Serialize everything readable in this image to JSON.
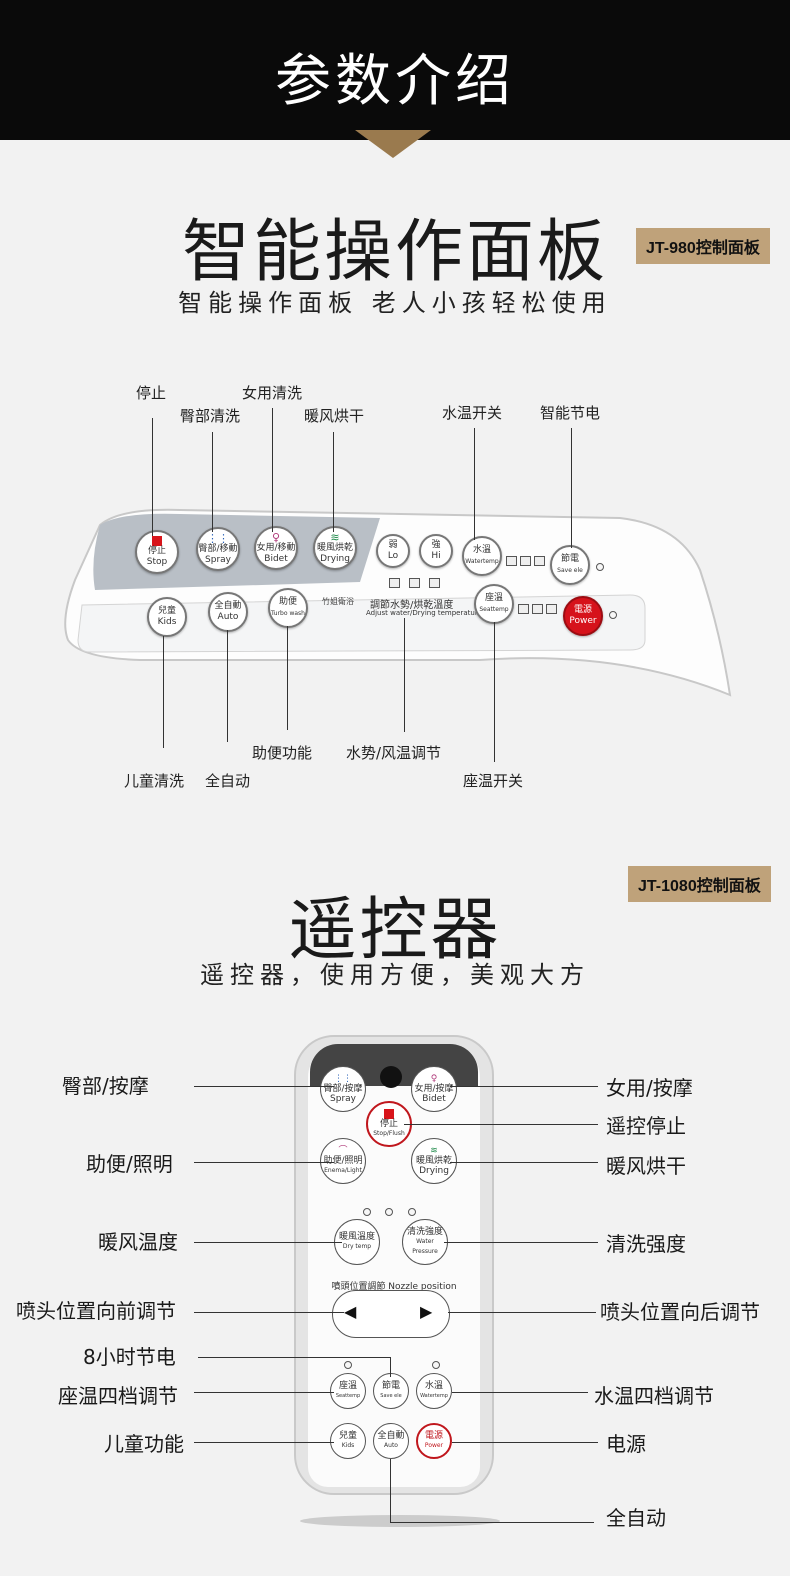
{
  "header": {
    "title": "参数介绍"
  },
  "panel_section": {
    "title": "智能操作面板",
    "subtitle": "智能操作面板   老人小孩轻松使用",
    "model_tag": "JT-980控制面板",
    "callouts": {
      "stop": "停止",
      "spray": "臀部清洗",
      "bidet": "女用清洗",
      "drying": "暖风烘干",
      "water_temp": "水温开关",
      "save_ele": "智能节电",
      "kids": "儿童清洗",
      "auto": "全自动",
      "assist": "助便功能",
      "adjust": "水势/风温调节",
      "seat_temp": "座温开关"
    },
    "buttons": {
      "stop": {
        "cn": "停止",
        "en": "Stop"
      },
      "spray": {
        "cn": "臀部/移動",
        "en": "Spray"
      },
      "bidet": {
        "cn": "女用/移動",
        "en": "Bidet"
      },
      "drying": {
        "cn": "暖風烘乾",
        "en": "Drying"
      },
      "lo": {
        "cn": "弱",
        "en": "Lo"
      },
      "hi": {
        "cn": "強",
        "en": "Hi"
      },
      "water_temp": {
        "cn": "水溫",
        "en": "Watertemp"
      },
      "save_ele": {
        "cn": "節電",
        "en": "Save ele"
      },
      "kids": {
        "cn": "兒童",
        "en": "Kids"
      },
      "auto": {
        "cn": "全自動",
        "en": "Auto"
      },
      "assist": {
        "cn": "助便",
        "en": "Turbo wash"
      },
      "seat_temp": {
        "cn": "座溫",
        "en": "Seattemp"
      },
      "power": {
        "cn": "電源",
        "en": "Power"
      }
    },
    "adjust_label_cn": "調節水勢/烘乾溫度",
    "adjust_label_en": "Adjust water/Drying temperature",
    "brand_mark": "竹姐衛浴",
    "colors": {
      "stop_red": "#d8141a",
      "power_red": "#d6121b",
      "drying_green": "#1f8a4a",
      "bidet_pink": "#b03a7a",
      "spray_blue": "#2a62b8"
    }
  },
  "remote_section": {
    "title": "遥控器",
    "subtitle": "遥控器，使用方便，美观大方",
    "model_tag": "JT-1080控制面板",
    "callouts_left": {
      "spray": "臀部/按摩",
      "assist": "助便/照明",
      "dry_temp": "暖风温度",
      "nozzle_fwd": "喷头位置向前调节",
      "save8": "8小时节电",
      "seat_temp": "座温四档调节",
      "kids": "儿童功能"
    },
    "callouts_right": {
      "bidet": "女用/按摩",
      "stop": "遥控停止",
      "drying": "暖风烘干",
      "pressure": "清洗强度",
      "nozzle_back": "喷头位置向后调节",
      "water_temp": "水温四档调节",
      "power": "电源"
    },
    "callout_bottom": "全自动",
    "buttons": {
      "spray": {
        "cn": "臀部/按摩",
        "en": "Spray"
      },
      "bidet": {
        "cn": "女用/按摩",
        "en": "Bidet"
      },
      "stop": {
        "cn": "停止",
        "en": "Stop/Flush"
      },
      "assist": {
        "cn": "助便/照明",
        "en": "Enema/Light"
      },
      "drying": {
        "cn": "暖風烘乾",
        "en": "Drying"
      },
      "dry_temp": {
        "cn": "暖風溫度",
        "en": "Dry temp"
      },
      "pressure": {
        "cn": "清洗強度",
        "en": "Water Pressure"
      },
      "seat_temp": {
        "cn": "座溫",
        "en": "Seattemp"
      },
      "save_ele": {
        "cn": "節電",
        "en": "Save ele"
      },
      "water_temp": {
        "cn": "水溫",
        "en": "Watertemp"
      },
      "kids": {
        "cn": "兒童",
        "en": "Kids"
      },
      "auto": {
        "cn": "全自動",
        "en": "Auto"
      },
      "power": {
        "cn": "電源",
        "en": "Power"
      }
    },
    "nozzle_label": "噴頭位置調節 Nozzle position",
    "arrow_left": "◀",
    "arrow_right": "▶"
  }
}
